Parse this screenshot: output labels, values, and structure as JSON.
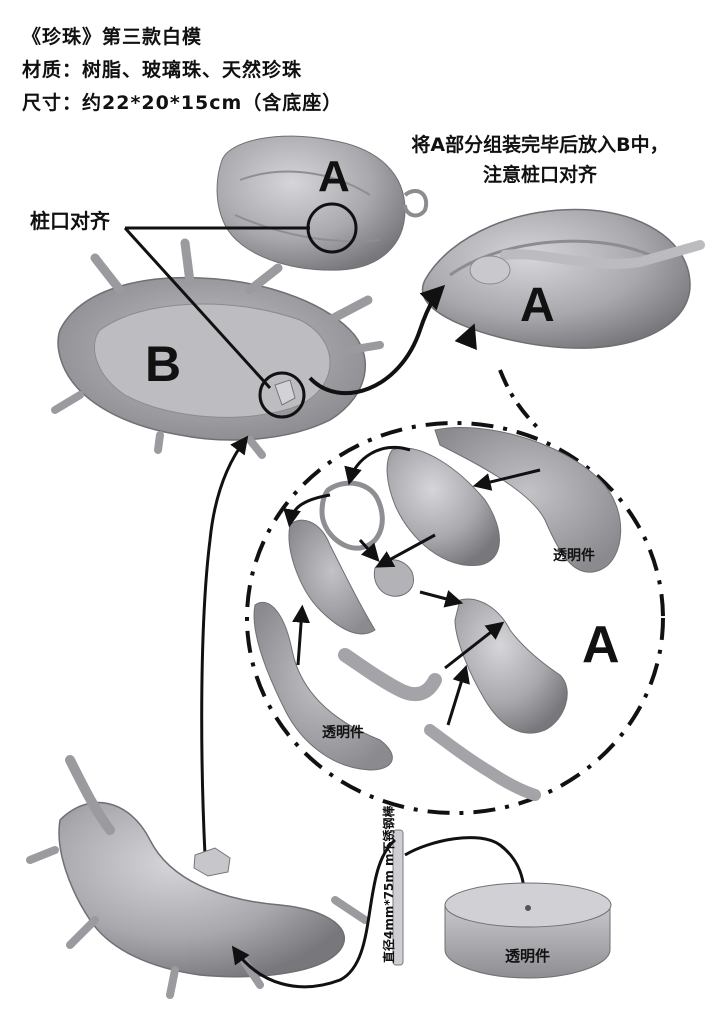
{
  "header": {
    "title": "《珍珠》第三款白模",
    "material": "材质：树脂、玻璃珠、天然珍珠",
    "size": "尺寸：约22*20*15cm（含底座）"
  },
  "labels": {
    "part_a_top": "A",
    "part_a_right": "A",
    "part_a_circle": "A",
    "part_b": "B",
    "peg_align": "桩口对齐",
    "instruction_line1": "将A部分组装完毕后放入B中，",
    "instruction_line2": "注意桩口对齐",
    "transparent_1": "透明件",
    "transparent_2": "透明件",
    "transparent_base": "透明件",
    "rod": "直径4mm*75m m不锈钢棒"
  },
  "colors": {
    "model_gray": "#a9a9ad",
    "model_shadow": "#7c7c82",
    "model_light": "#cfcfd3",
    "ink": "#111111"
  }
}
